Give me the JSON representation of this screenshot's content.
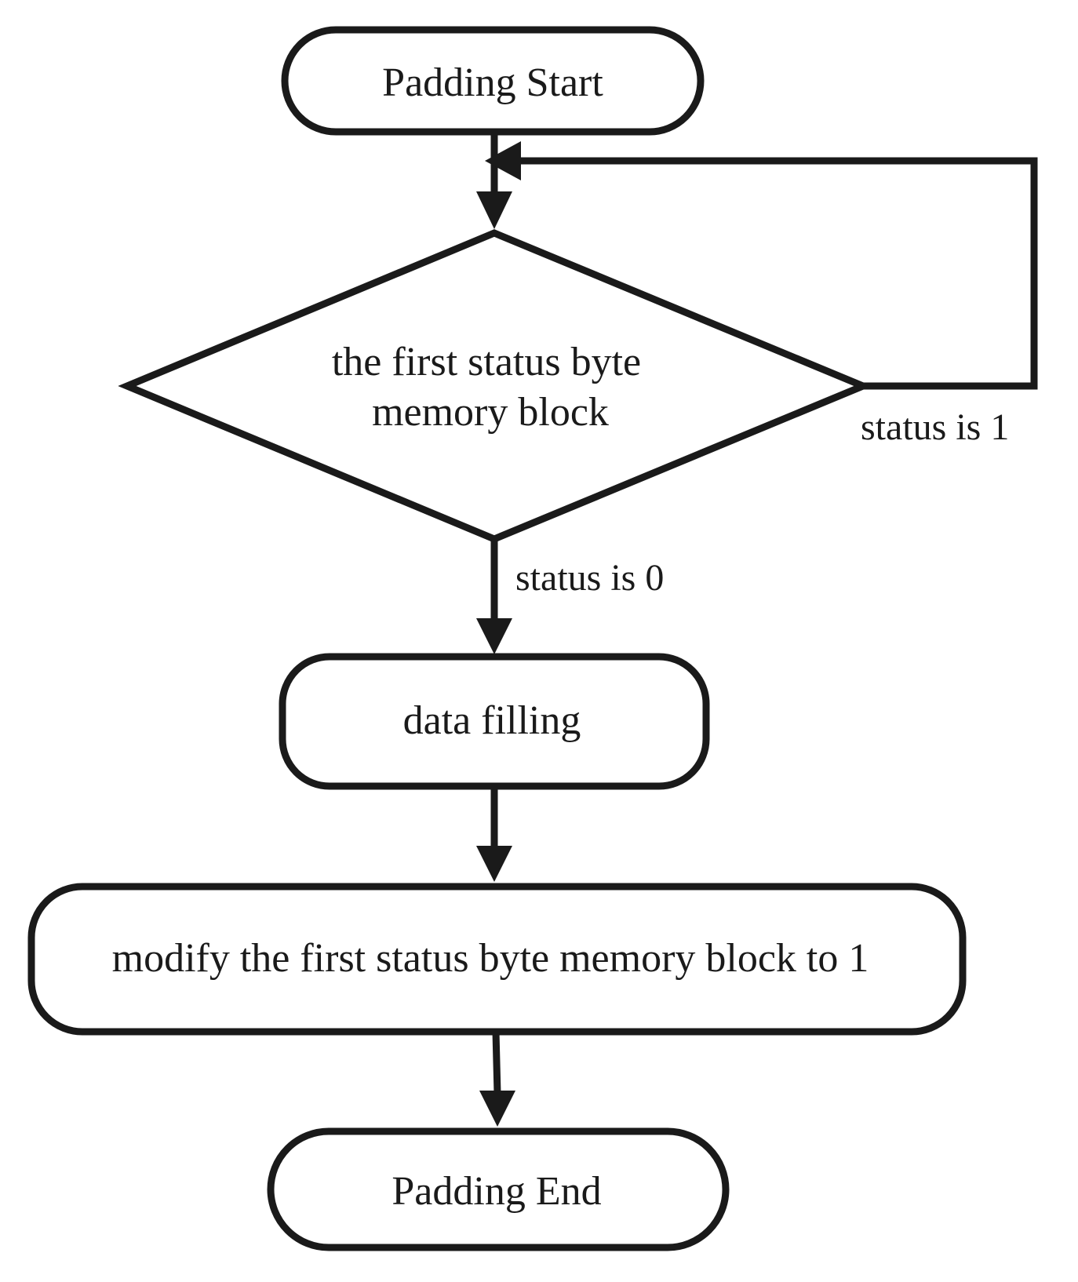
{
  "nodes": {
    "start": {
      "label": "Padding Start"
    },
    "decision": {
      "line1": "the first status byte",
      "line2": "memory block"
    },
    "fill": {
      "label": "data filling"
    },
    "modify": {
      "label": "modify the first status byte memory block to 1"
    },
    "end": {
      "label": "Padding End"
    }
  },
  "edges": {
    "status_one": {
      "label": "status is 1"
    },
    "status_zero": {
      "label": "status is 0"
    }
  },
  "colors": {
    "stroke": "#1a1a1a",
    "background": "#ffffff"
  }
}
